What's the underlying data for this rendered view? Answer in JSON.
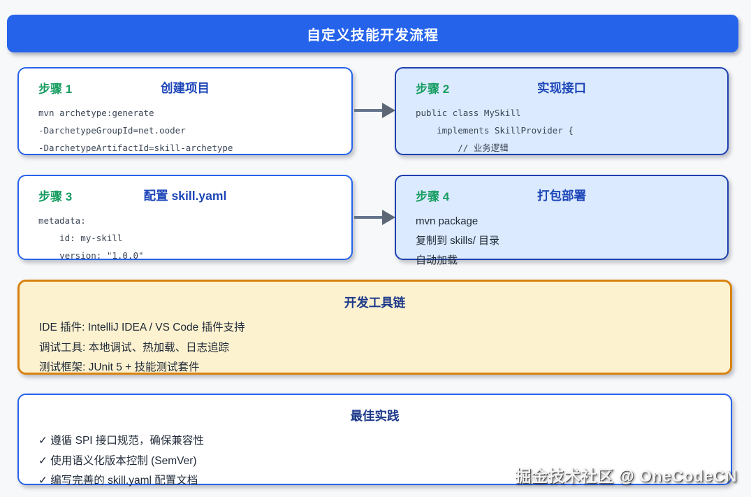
{
  "banner": {
    "title": "自定义技能开发流程"
  },
  "steps": [
    {
      "label": "步骤 1",
      "title": "创建项目",
      "lines": [
        "mvn archetype:generate",
        "-DarchetypeGroupId=net.ooder",
        "-DarchetypeArtifactId=skill-archetype"
      ]
    },
    {
      "label": "步骤 2",
      "title": "实现接口",
      "lines": [
        "public class MySkill",
        "    implements SkillProvider {",
        "        // 业务逻辑"
      ]
    },
    {
      "label": "步骤 3",
      "title": "配置 skill.yaml",
      "lines": [
        "metadata:",
        "    id: my-skill",
        "    version: \"1.0.0\""
      ]
    },
    {
      "label": "步骤 4",
      "title": "打包部署",
      "lines": [
        "mvn package",
        "复制到 skills/ 目录",
        "自动加载"
      ]
    }
  ],
  "toolchain": {
    "title": "开发工具链",
    "lines": [
      "IDE 插件: IntelliJ IDEA / VS Code 插件支持",
      "调试工具: 本地调试、热加载、日志追踪",
      "测试框架: JUnit 5 + 技能测试套件"
    ]
  },
  "best_practices": {
    "title": "最佳实践",
    "lines": [
      "✓ 遵循 SPI 接口规范，确保兼容性",
      "✓ 使用语义化版本控制 (SemVer)",
      "✓ 编写完善的 skill.yaml 配置文档"
    ]
  },
  "watermark": "掘金技术社区 @ OneCodeCN",
  "colors": {
    "banner_blue": "#2563eb",
    "card_border_blue": "#2563eb",
    "card_border_navy": "#1e40af",
    "card_fill_lightblue": "#dbeafe",
    "toolchain_fill": "#fdf2d0",
    "toolchain_border": "#d9820f",
    "step_label_green": "#179d62",
    "step_title_blue": "#1d46b8",
    "section_title_navy": "#1e3a8a",
    "arrow_gray": "#64748b"
  }
}
